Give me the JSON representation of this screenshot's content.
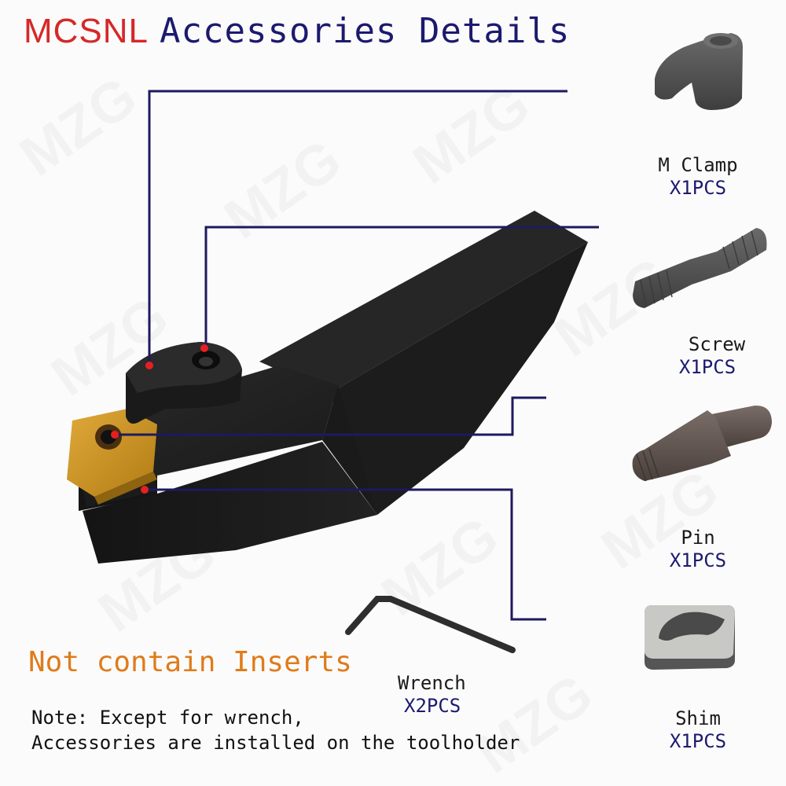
{
  "header": {
    "brand": "MCSNL",
    "title": "Accessories Details"
  },
  "watermark": "MZG",
  "accessories": [
    {
      "name": "M Clamp",
      "qty": "X1PCS",
      "icon": "m-clamp-icon"
    },
    {
      "name": "Screw",
      "qty": "X1PCS",
      "icon": "screw-icon"
    },
    {
      "name": "Pin",
      "qty": "X1PCS",
      "icon": "pin-icon"
    },
    {
      "name": "Shim",
      "qty": "X1PCS",
      "icon": "shim-icon"
    },
    {
      "name": "Wrench",
      "qty": "X2PCS",
      "icon": "wrench-icon"
    }
  ],
  "notice": "Not contain Inserts",
  "note": {
    "line1": "Note: Except for wrench,",
    "line2": "Accessories are installed on the toolholder"
  },
  "colors": {
    "brand": "#d62828",
    "title": "#1c1a6e",
    "qty": "#1c1a6e",
    "notice": "#e07b1a",
    "callout_line": "#1e1a5e",
    "callout_dot": "#e62020",
    "insert_gold": "#c8911e",
    "tool_body": "#1e1e1e"
  }
}
